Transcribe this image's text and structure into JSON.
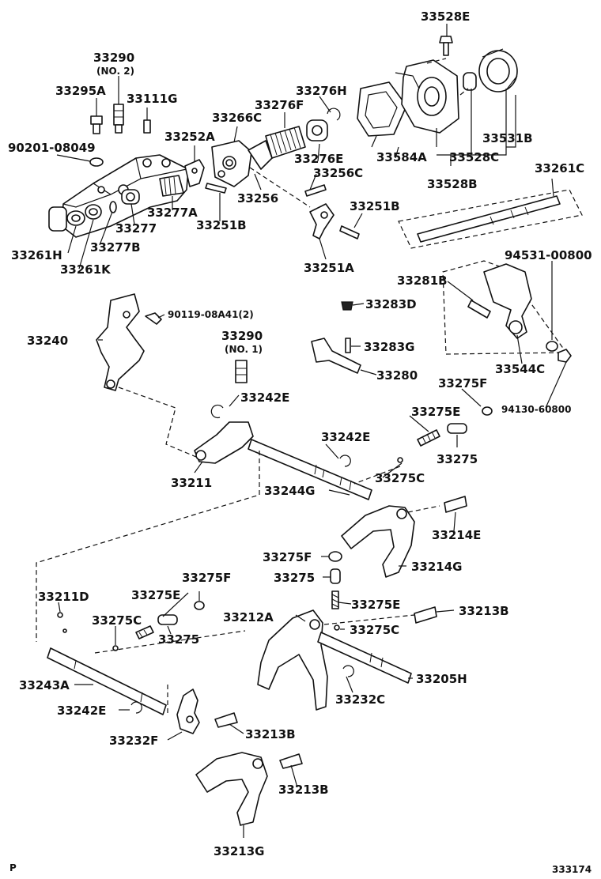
{
  "labels": {
    "p33528E": "33528E",
    "p33290_2": "33290",
    "note_no2": "(NO. 2)",
    "p33295A": "33295A",
    "p33111G": "33111G",
    "p33276H": "33276H",
    "p33276F": "33276F",
    "p33266C": "33266C",
    "p33252A": "33252A",
    "p90201": "90201-08049",
    "p33584A": "33584A",
    "p33528C": "33528C",
    "p33531B": "33531B",
    "p33276E": "33276E",
    "p33256C": "33256C",
    "p33256": "33256",
    "p33528B": "33528B",
    "p33261C": "33261C",
    "p33277A": "33277A",
    "p33251B_a": "33251B",
    "p33277": "33277",
    "p33251B_b": "33251B",
    "p33261H": "33261H",
    "p33277B": "33277B",
    "p33261K": "33261K",
    "p33251A": "33251A",
    "p94531": "94531-00800",
    "p33281B": "33281B",
    "p33283D": "33283D",
    "p33240": "33240",
    "p90119": "90119-08A41(2)",
    "p33290_1": "33290",
    "note_no1": "(NO. 1)",
    "p33283G": "33283G",
    "p33280": "33280",
    "p33544C": "33544C",
    "p33275F_a": "33275F",
    "p33242E_a": "33242E",
    "p94130": "94130-60800",
    "p33275E_a": "33275E",
    "p33242E_b": "33242E",
    "p33275_a": "33275",
    "p33211": "33211",
    "p33275C_a": "33275C",
    "p33244G": "33244G",
    "p33214E": "33214E",
    "p33275F_b": "33275F",
    "p33214G": "33214G",
    "p33275_b": "33275",
    "p33275F_c": "33275F",
    "p33211D": "33211D",
    "p33275E_b": "33275E",
    "p33275E_c": "33275E",
    "p33212A": "33212A",
    "p33213B_a": "33213B",
    "p33275C_b": "33275C",
    "p33275_c": "33275",
    "p33275C_c": "33275C",
    "p33243A": "33243A",
    "p33205H": "33205H",
    "p33232C": "33232C",
    "p33242E_c": "33242E",
    "p33213B_b": "33213B",
    "p33232F": "33232F",
    "p33213B_c": "33213B",
    "p33213G": "33213G",
    "corner_p": "P",
    "figure_no": "333174"
  }
}
